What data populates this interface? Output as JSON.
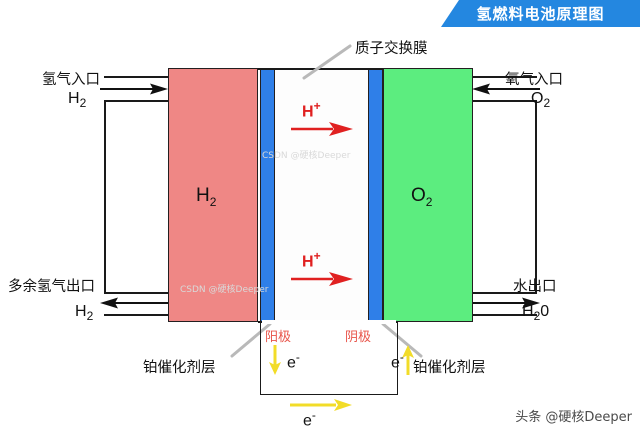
{
  "banner": {
    "title": "氢燃料电池原理图",
    "color": "#2487e0"
  },
  "cell": {
    "anode_chamber": {
      "label": "H",
      "sub": "2",
      "color": "#ef8785"
    },
    "cathode_chamber": {
      "label": "O",
      "sub": "2",
      "color": "#5ced7f"
    },
    "catalyst_strip_color": "#2f7fe8",
    "membrane_color": "#fdfdfd"
  },
  "ports": {
    "hydrogen_inlet": {
      "label": "氢气入口",
      "formula": "H",
      "sub": "2",
      "direction": "right"
    },
    "oxygen_inlet": {
      "label": "氧气入口",
      "formula": "O",
      "sub": "2",
      "direction": "left"
    },
    "hydrogen_outlet": {
      "label": "多余氢气出口",
      "formula": "H",
      "sub": "2",
      "direction": "left"
    },
    "water_outlet": {
      "label": "水出口",
      "formula": "H",
      "sub": "2",
      "formula_tail": "0",
      "direction": "right"
    }
  },
  "annotations": {
    "membrane": {
      "label": "质子交换膜"
    },
    "catalyst_left": {
      "label": "铂催化剂层"
    },
    "catalyst_right": {
      "label": "铂催化剂层"
    }
  },
  "ions": {
    "top": {
      "label": "H",
      "sup": "+",
      "color": "#e02020"
    },
    "bottom": {
      "label": "H",
      "sup": "+",
      "color": "#e02020"
    }
  },
  "electrodes": {
    "anode": {
      "label": "阳极",
      "color": "#e8544a"
    },
    "cathode": {
      "label": "阴极",
      "color": "#e8544a"
    }
  },
  "electrons": {
    "left": {
      "label": "e",
      "sup": "-",
      "arrow": "down",
      "color": "#f2dc28"
    },
    "right": {
      "label": "e",
      "sup": "-",
      "arrow": "up",
      "color": "#f2dc28"
    },
    "bottom": {
      "label": "e",
      "sup": "-",
      "arrow": "right",
      "color": "#f2dc28"
    }
  },
  "watermark": {
    "text": "头条 @硬核Deeper",
    "ghost": "CSDN @硬核Deeper"
  }
}
